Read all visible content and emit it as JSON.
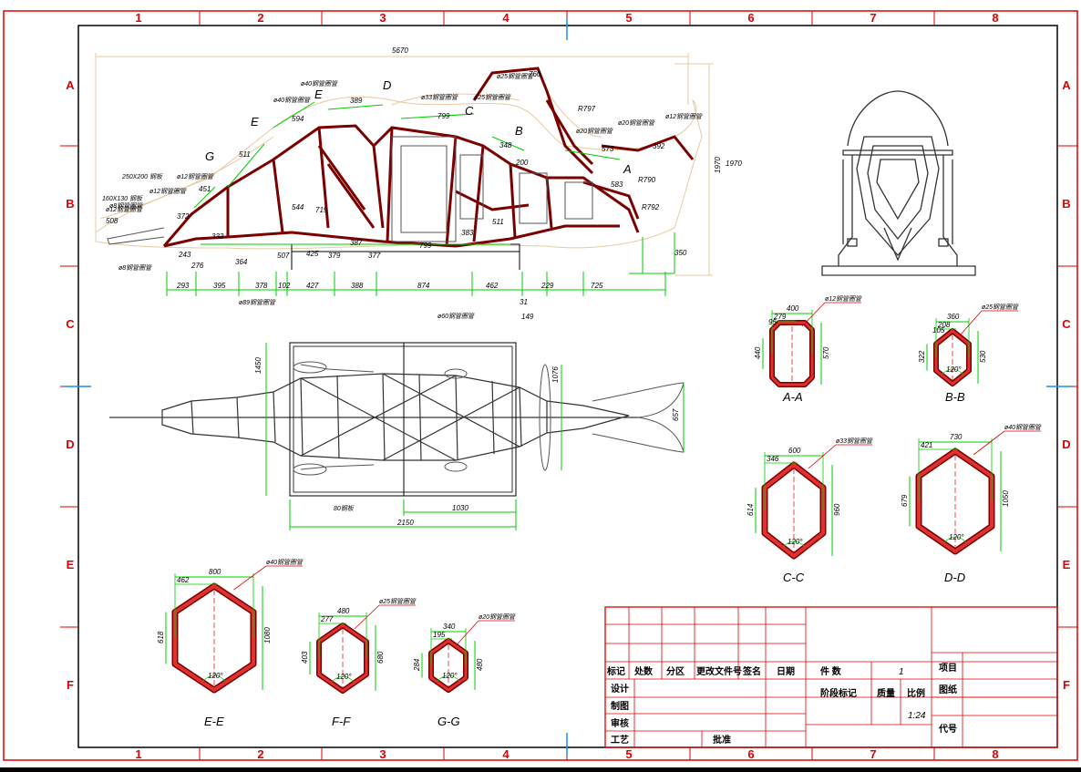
{
  "frame": {
    "columns": [
      "1",
      "2",
      "3",
      "4",
      "5",
      "6",
      "7",
      "8"
    ],
    "rows": [
      "A",
      "B",
      "C",
      "D",
      "E",
      "F"
    ]
  },
  "side_view": {
    "overall_length": "5670",
    "height": "1970",
    "labels": [
      "D",
      "E",
      "E",
      "G",
      "C",
      "B",
      "A"
    ],
    "callouts": [
      "ø40钢管圈管",
      "ø40钢管圈管",
      "ø33钢管圈管",
      "ø25钢管圈管",
      "ø25钢管圈管",
      "ø20钢管圈管",
      "ø20钢管圈管",
      "ø12钢管圈管",
      "ø12钢管圈管",
      "ø12钢管圈管",
      "ø12钢管圈管",
      "250X200 钢板",
      "160X130 钢板",
      "ø8钢管圈管",
      "ø8钢管圈管",
      "ø89钢管圈管",
      "ø60钢管圈管"
    ],
    "dims_top": [
      "389",
      "594",
      "799",
      "511",
      "451",
      "372",
      "508",
      "R797",
      "392",
      "1970",
      "760",
      "200",
      "R790",
      "R792",
      "573",
      "583",
      "544",
      "719",
      "348"
    ],
    "dims_bottom": [
      "293",
      "395",
      "378",
      "102",
      "427",
      "388",
      "874",
      "462",
      "229",
      "725",
      "31",
      "149",
      "387",
      "799",
      "511",
      "383",
      "333",
      "243",
      "276",
      "364",
      "507",
      "425",
      "379",
      "377",
      "350"
    ]
  },
  "top_view": {
    "dims": [
      "1450",
      "1076",
      "657",
      "80钢板",
      "1030",
      "2150"
    ]
  },
  "front_view": {},
  "sections": [
    {
      "name": "A-A",
      "w": "400",
      "inner": "279",
      "h": "570",
      "h2": "440",
      "side": "95",
      "spec": "ø12钢管圈管"
    },
    {
      "name": "B-B",
      "w": "360",
      "inner": "208",
      "h": "530",
      "h2": "322",
      "side": "105",
      "spec": "ø25钢管圈管",
      "angle": "120°"
    },
    {
      "name": "C-C",
      "w": "600",
      "inner": "346",
      "h": "960",
      "h2": "614",
      "spec": "ø33钢管圈管",
      "angle": "120°"
    },
    {
      "name": "D-D",
      "w": "730",
      "inner": "421",
      "h": "1050",
      "h2": "679",
      "spec": "ø40钢管圈管",
      "angle": "120°"
    },
    {
      "name": "E-E",
      "w": "800",
      "inner": "462",
      "h": "1080",
      "h2": "618",
      "spec": "ø40钢管圈管",
      "angle": "120°"
    },
    {
      "name": "F-F",
      "w": "480",
      "inner": "277",
      "h": "680",
      "h2": "403",
      "spec": "ø25钢管圈管",
      "angle": "120°"
    },
    {
      "name": "G-G",
      "w": "340",
      "inner": "195",
      "h": "480",
      "h2": "284",
      "spec": "ø20钢管圈管",
      "angle": "120°"
    }
  ],
  "title_block": {
    "headers": [
      "标记",
      "处数",
      "分区",
      "更改文件号",
      "签名",
      "日期"
    ],
    "rows_left": [
      "设计",
      "制图",
      "审核",
      "工艺"
    ],
    "approve": "批准",
    "qty_label": "件    数",
    "qty_value": "1",
    "stage_label": "阶段标记",
    "mass_label": "质量",
    "scale_label": "比例",
    "scale_value": "1:24",
    "project_label": "项目",
    "drawing_label": "图纸",
    "code_label": "代号"
  },
  "colors": {
    "frame": "#e00000",
    "tube": "#7a0000",
    "dimension": "#00cc00",
    "outline": "#e8c9a0",
    "line": "#000000"
  }
}
